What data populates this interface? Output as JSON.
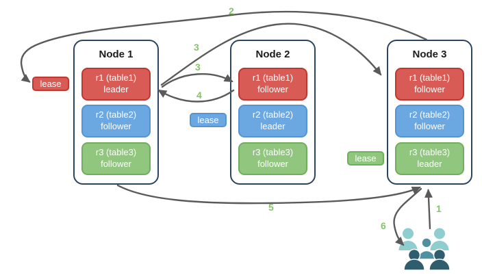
{
  "nodes": [
    {
      "title": "Node 1",
      "replicas": [
        {
          "name": "r1 (table1)",
          "role": "leader"
        },
        {
          "name": "r2 (table2)",
          "role": "follower"
        },
        {
          "name": "r3 (table3)",
          "role": "follower"
        }
      ]
    },
    {
      "title": "Node 2",
      "replicas": [
        {
          "name": "r1 (table1)",
          "role": "follower"
        },
        {
          "name": "r2 (table2)",
          "role": "leader"
        },
        {
          "name": "r3 (table3)",
          "role": "follower"
        }
      ]
    },
    {
      "title": "Node 3",
      "replicas": [
        {
          "name": "r1 (table1)",
          "role": "follower"
        },
        {
          "name": "r2 (table2)",
          "role": "follower"
        },
        {
          "name": "r3 (table3)",
          "role": "leader"
        }
      ]
    }
  ],
  "leases": {
    "red": "lease",
    "blue": "lease",
    "green": "lease"
  },
  "steps": {
    "s1": "1",
    "s2": "2",
    "s3a": "3",
    "s3b": "3",
    "s4": "4",
    "s5": "5",
    "s6": "6"
  },
  "icons": {
    "users": "users-group-icon"
  },
  "colors": {
    "replica_red_fill": "#D95B55",
    "replica_red_border": "#BE3730",
    "replica_blue_fill": "#6BA7E0",
    "replica_blue_border": "#5593D4",
    "replica_green_fill": "#90C67E",
    "replica_green_border": "#6FAE5C",
    "node_border": "#2B4560",
    "arrow": "#5A5A5A",
    "step_label": "#85C36B",
    "users_light": "#8FCDCE",
    "users_medium": "#4E8FA0",
    "users_dark": "#2E5D6E"
  }
}
